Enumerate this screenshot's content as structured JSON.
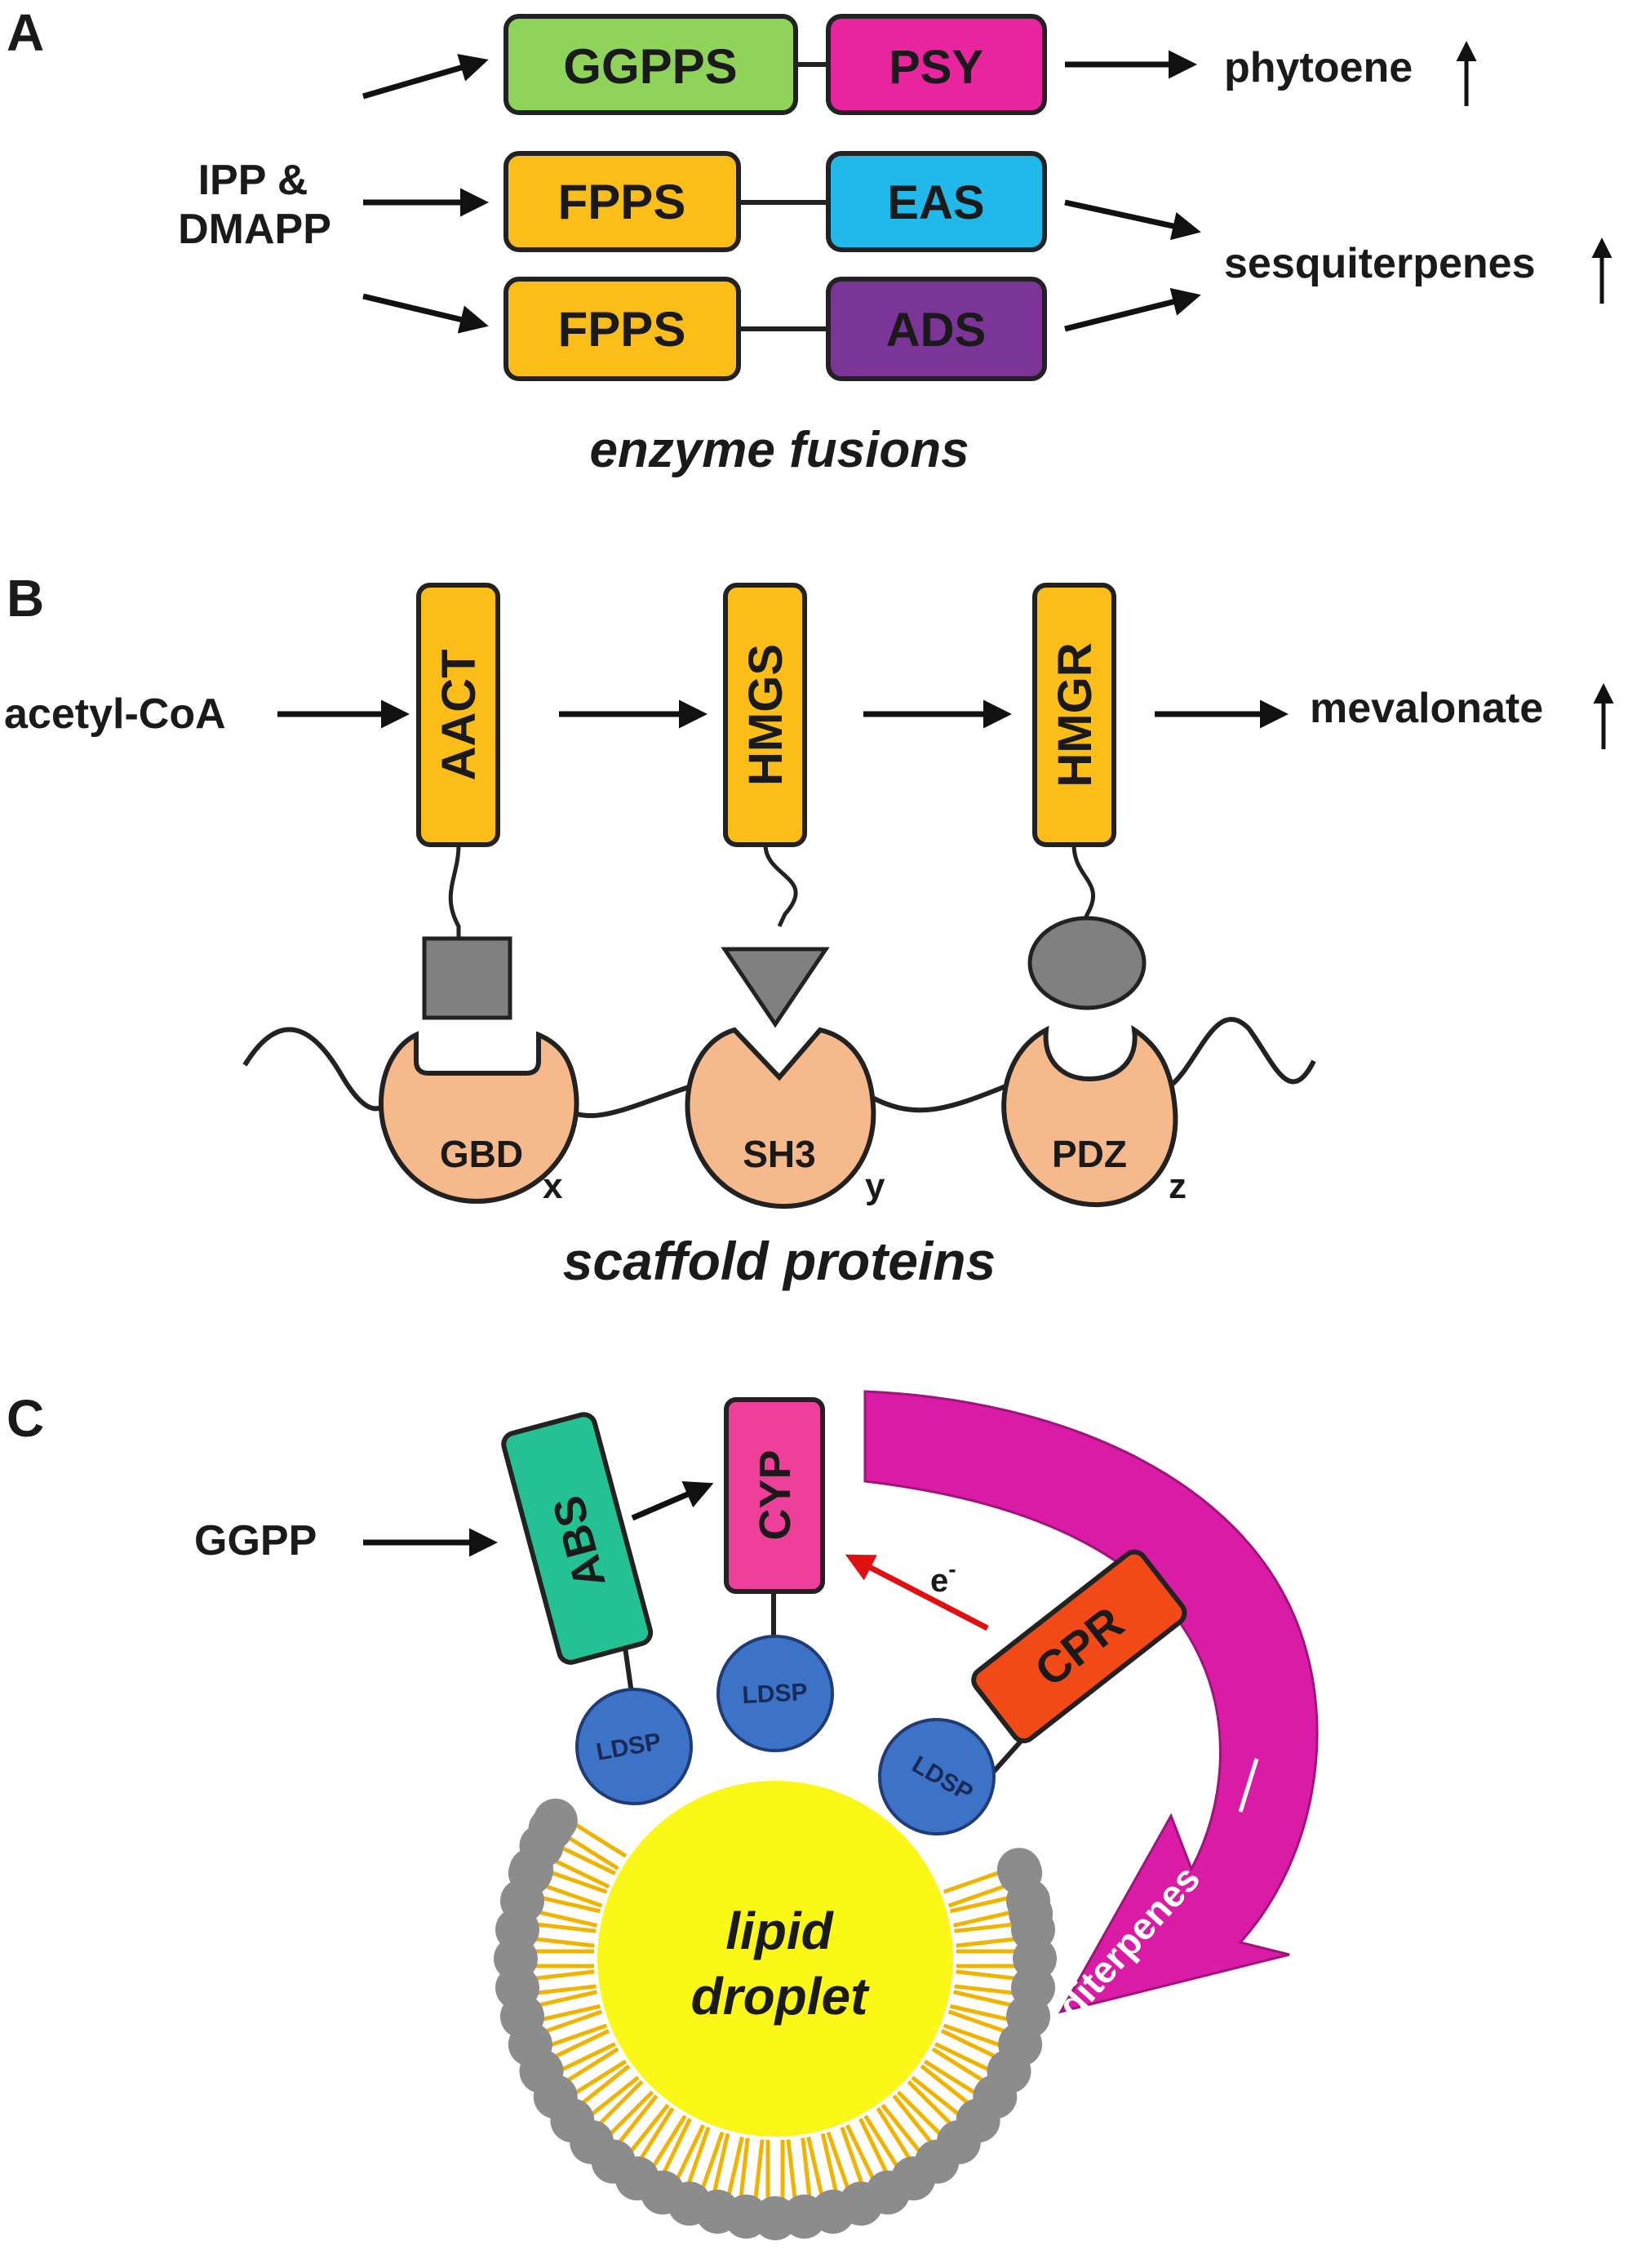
{
  "colors": {
    "ggpps": "#8fd35a",
    "psy": "#e8259f",
    "fpps": "#fbbd18",
    "eas": "#21b8ea",
    "ads": "#7a3596",
    "domain": "#f6b98c",
    "ligand": "#808080",
    "abs": "#24c195",
    "cyp": "#ee3f9b",
    "cpr": "#f24a17",
    "ldsp": "#3c73c6",
    "droplet": "#fbf717",
    "lipid_head": "#8c8c8c",
    "lipid_tail": "#f0b400",
    "magenta_arrow": "#d91ba6",
    "electron_arrow": "#e01010"
  },
  "panel_a": {
    "letter": "A",
    "substrate_line1": "IPP &",
    "substrate_line2": "DMAPP",
    "fusion1": {
      "left": "GGPPS",
      "right": "PSY"
    },
    "fusion2": {
      "left": "FPPS",
      "right": "EAS"
    },
    "fusion3": {
      "left": "FPPS",
      "right": "ADS"
    },
    "product1": "phytoene",
    "product2": "sesquiterpenes",
    "caption": "enzyme fusions"
  },
  "panel_b": {
    "letter": "B",
    "substrate": "acetyl-CoA",
    "enzymes": [
      "AACT",
      "HMGS",
      "HMGR"
    ],
    "domains": [
      "GBD",
      "SH3",
      "PDZ"
    ],
    "subscripts": [
      "x",
      "y",
      "z"
    ],
    "product": "mevalonate",
    "caption": "scaffold proteins"
  },
  "panel_c": {
    "letter": "C",
    "substrate": "GGPP",
    "enzymes": [
      "ABS",
      "CYP",
      "CPR"
    ],
    "anchor": "LDSP",
    "electron": "e",
    "electron_sup": "-",
    "droplet_line1": "lipid",
    "droplet_line2": "droplet",
    "product": "diterpenes"
  }
}
